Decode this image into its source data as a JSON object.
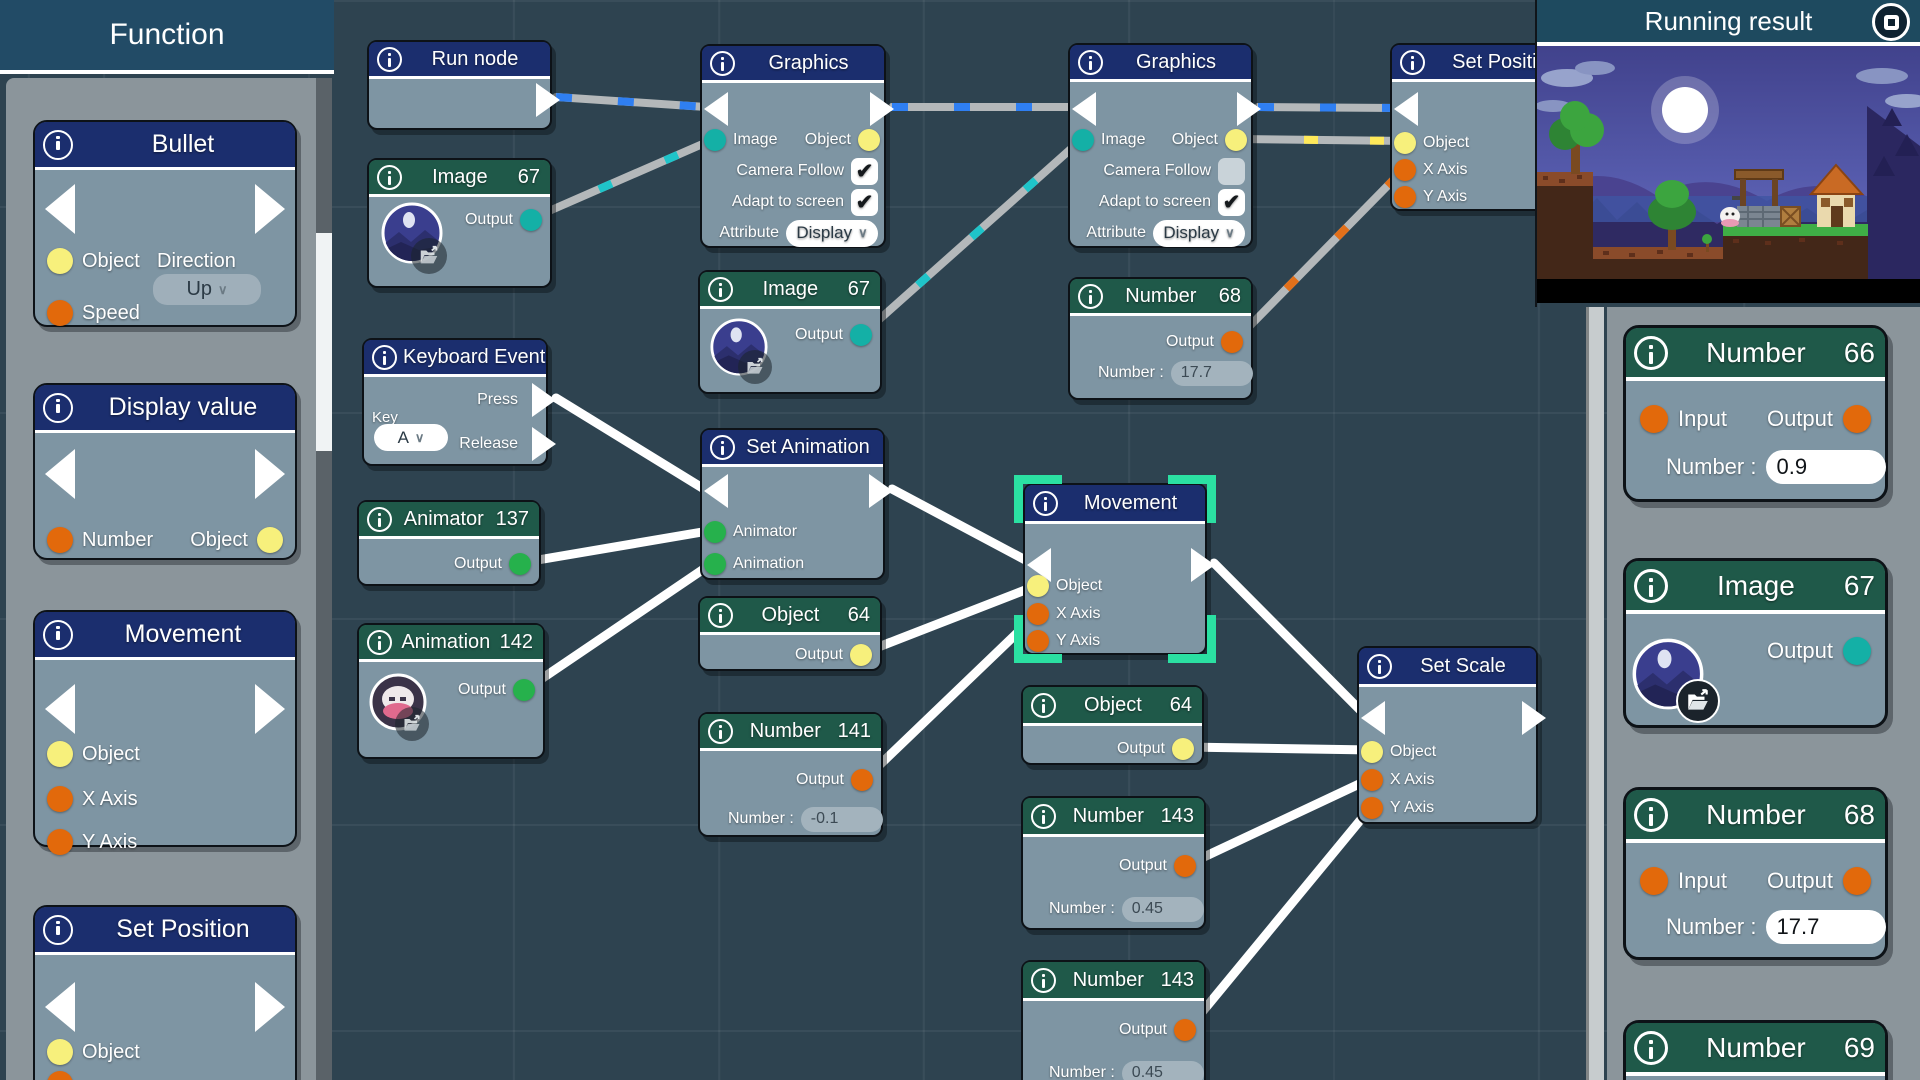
{
  "colors": {
    "canvas_bg": "#2e4350",
    "panel_bg": "#8b959b",
    "exec_header": "#1b2e6e",
    "data_header": "#1f5949",
    "node_body": "#7e95a3",
    "selection": "#2be0a2",
    "port_object": "#f7f07c",
    "port_number": "#e2690b",
    "port_animation": "#26b14c",
    "port_image": "#14b0a6",
    "wire_exec_dash": "#2f7ff2",
    "wire_white": "#ffffff"
  },
  "sidebar": {
    "title": "Function",
    "bullet": {
      "title": "Bullet",
      "object": "Object",
      "direction": "Direction",
      "direction_value": "Up",
      "speed": "Speed"
    },
    "display_value": {
      "title": "Display value",
      "number": "Number",
      "object": "Object"
    },
    "movement": {
      "title": "Movement",
      "object": "Object",
      "x": "X Axis",
      "y": "Y Axis"
    },
    "set_position": {
      "title": "Set Position",
      "object": "Object"
    }
  },
  "canvas": {
    "run_node": {
      "title": "Run node"
    },
    "image_a": {
      "title": "Image",
      "badge": "67",
      "output": "Output"
    },
    "keyboard": {
      "title": "Keyboard Event",
      "press": "Press",
      "key": "Key",
      "key_value": "A",
      "release": "Release"
    },
    "animator": {
      "title": "Animator",
      "badge": "137",
      "output": "Output"
    },
    "animation": {
      "title": "Animation",
      "badge": "142",
      "output": "Output"
    },
    "graphics_a": {
      "title": "Graphics",
      "image": "Image",
      "object": "Object",
      "camera": "Camera Follow",
      "camera_check": "✔",
      "adapt": "Adapt to screen",
      "adapt_check": "✔",
      "attribute": "Attribute",
      "attribute_value": "Display"
    },
    "graphics_b": {
      "title": "Graphics",
      "image": "Image",
      "object": "Object",
      "camera": "Camera Follow",
      "camera_check": "",
      "adapt": "Adapt to screen",
      "adapt_check": "✔",
      "attribute": "Attribute",
      "attribute_value": "Display"
    },
    "image_b": {
      "title": "Image",
      "badge": "67",
      "output": "Output"
    },
    "set_animation": {
      "title": "Set Animation",
      "animator": "Animator",
      "animation": "Animation"
    },
    "object_a": {
      "title": "Object",
      "badge": "64",
      "output": "Output"
    },
    "number_141": {
      "title": "Number",
      "badge": "141",
      "output": "Output",
      "label": "Number :",
      "value": "-0.1"
    },
    "movement": {
      "title": "Movement",
      "object": "Object",
      "x": "X Axis",
      "y": "Y Axis"
    },
    "object_b": {
      "title": "Object",
      "badge": "64",
      "output": "Output"
    },
    "number_143a": {
      "title": "Number",
      "badge": "143",
      "output": "Output",
      "label": "Number :",
      "value": "0.45"
    },
    "number_143b": {
      "title": "Number",
      "badge": "143",
      "output": "Output",
      "label": "Number :",
      "value": "0.45"
    },
    "set_scale": {
      "title": "Set Scale",
      "object": "Object",
      "x": "X Axis",
      "y": "Y Axis"
    },
    "number_68": {
      "title": "Number",
      "badge": "68",
      "output": "Output",
      "label": "Number :",
      "value": "17.7"
    },
    "set_position": {
      "title": "Set Position",
      "object": "Object",
      "x": "X Axis",
      "y": "Y Axis"
    }
  },
  "running_result": {
    "title": "Running result"
  },
  "right_panel": {
    "number_66": {
      "title": "Number",
      "badge": "66",
      "input": "Input",
      "output": "Output",
      "label": "Number :",
      "value": "0.9"
    },
    "image_67": {
      "title": "Image",
      "badge": "67",
      "output": "Output"
    },
    "number_68": {
      "title": "Number",
      "badge": "68",
      "input": "Input",
      "output": "Output",
      "label": "Number :",
      "value": "17.7"
    },
    "number_69": {
      "title": "Number",
      "badge": "69"
    }
  }
}
